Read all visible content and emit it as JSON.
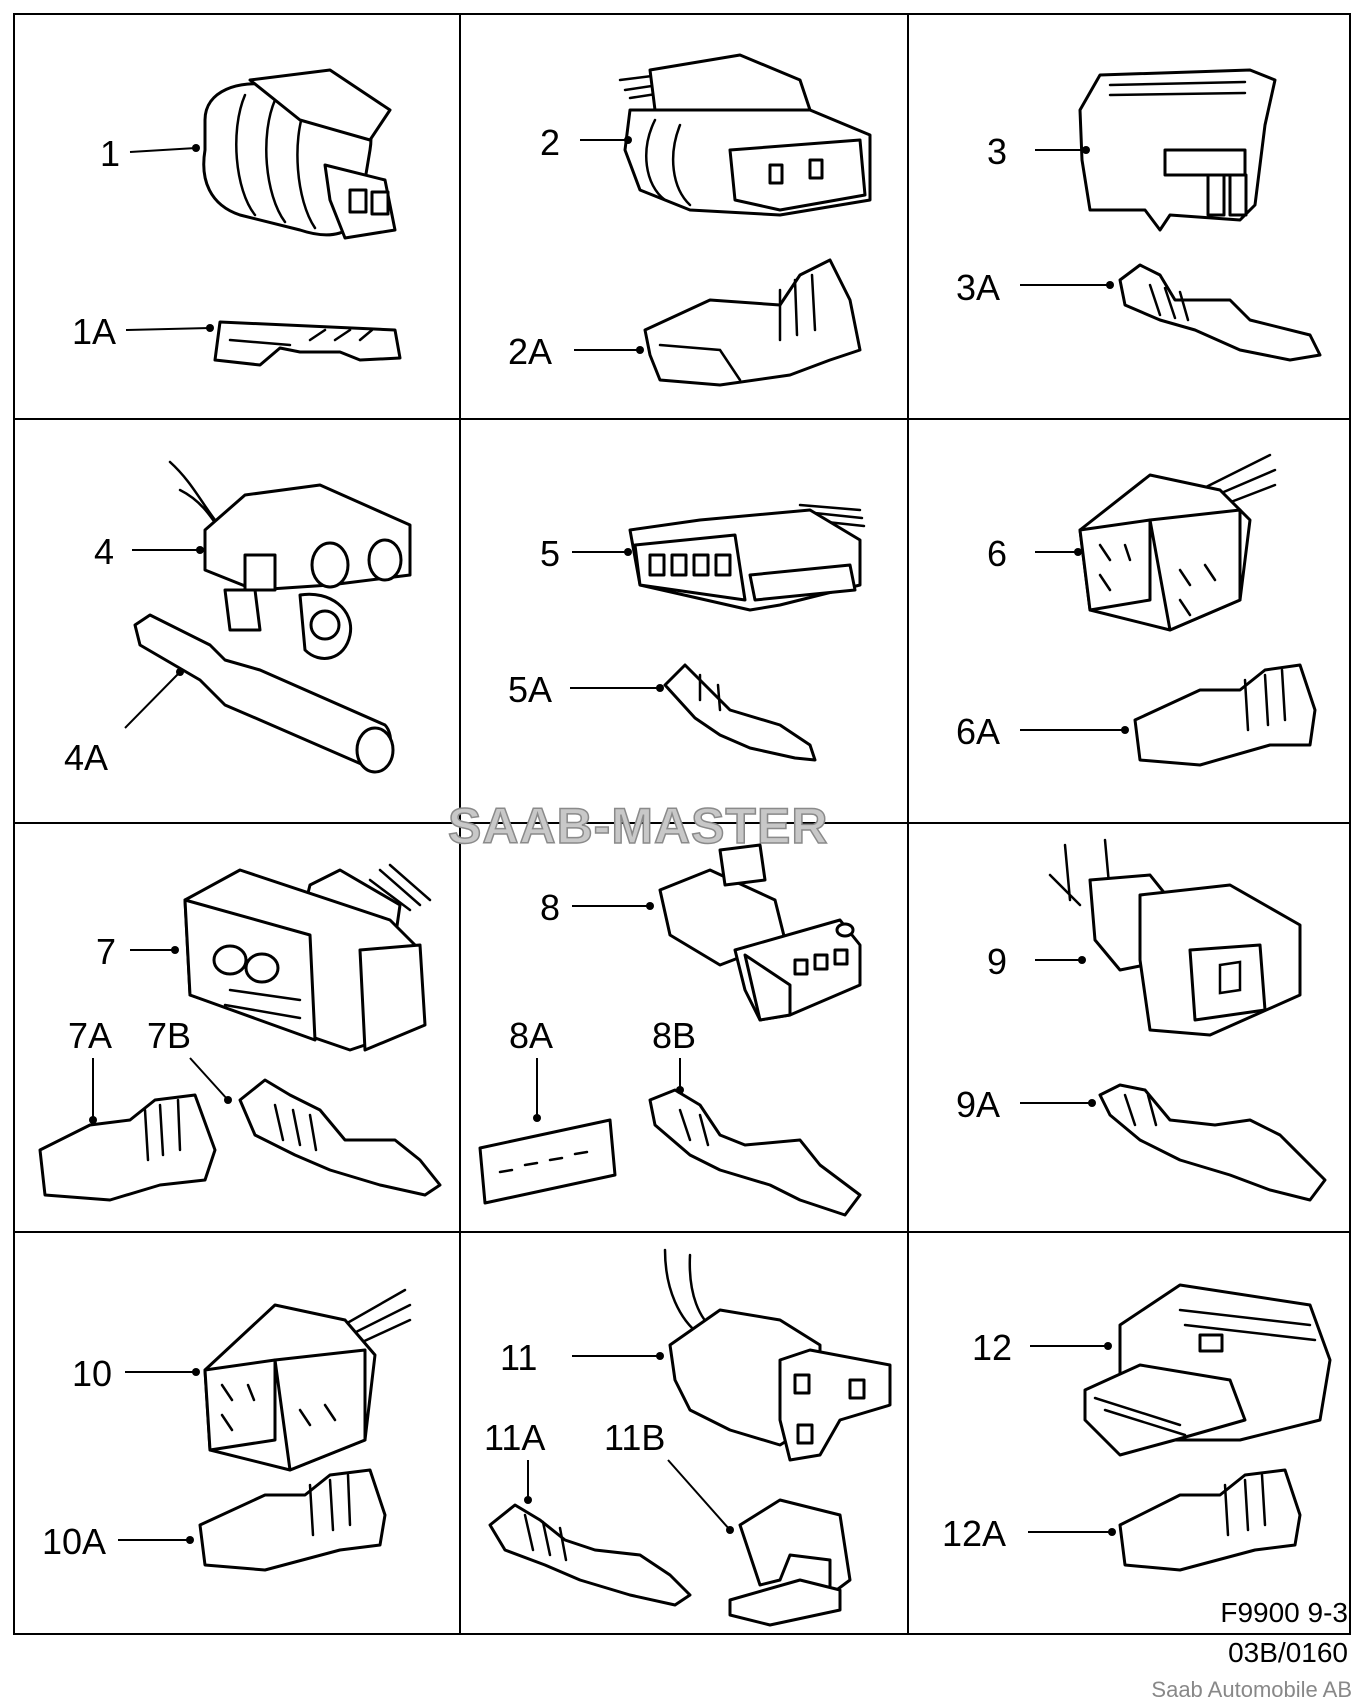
{
  "watermark": "SAAB-MASTER",
  "figure_code": "F9900 9-3",
  "document_ref": "03B/0160",
  "publisher": "Saab Automobile AB",
  "callouts": {
    "c1": "1",
    "c1A": "1A",
    "c2": "2",
    "c2A": "2A",
    "c3": "3",
    "c3A": "3A",
    "c4": "4",
    "c4A": "4A",
    "c5": "5",
    "c5A": "5A",
    "c6": "6",
    "c6A": "6A",
    "c7": "7",
    "c7A": "7A",
    "c7B": "7B",
    "c8": "8",
    "c8A": "8A",
    "c8B": "8B",
    "c9": "9",
    "c9A": "9A",
    "c10": "10",
    "c10A": "10A",
    "c11": "11",
    "c11A": "11A",
    "c11B": "11B",
    "c12": "12",
    "c12A": "12A"
  },
  "icons": {
    "connector_housing": "connector-icon",
    "terminal_pin": "terminal-icon"
  }
}
